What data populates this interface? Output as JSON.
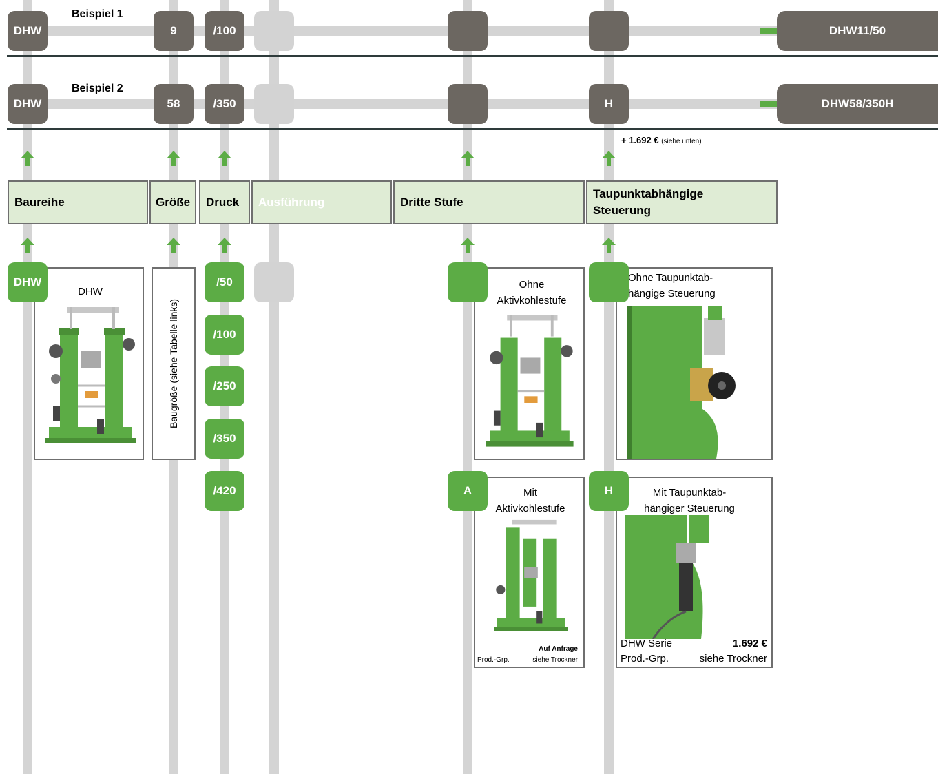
{
  "examples": {
    "ex1": {
      "label": "Beispiel 1",
      "series": "DHW",
      "size": "9",
      "pressure": "/100",
      "result": "DHW11/50"
    },
    "ex2": {
      "label": "Beispiel 2",
      "series": "DHW",
      "size": "58",
      "pressure": "/350",
      "control": "H",
      "result": "DHW58/350H"
    },
    "price_note": {
      "amount": "+ 1.692 €",
      "hint": "(siehe unten)"
    }
  },
  "headers": {
    "baureihe": "Baureihe",
    "groesse": "Größe",
    "druck": "Druck",
    "ausfuehrung": "Ausführung",
    "dritte_stufe": "Dritte Stufe",
    "taupunkt": "Taupunktabhängige Steuerung"
  },
  "options": {
    "baureihe": {
      "code": "DHW",
      "label": "DHW"
    },
    "groesse": {
      "label": "Baugröße (siehe Tabelle links)"
    },
    "druck": [
      "/50",
      "/100",
      "/250",
      "/350",
      "/420"
    ],
    "dritte_stufe": {
      "ohne": {
        "code": "",
        "label": "Ohne Aktivkohlestufe"
      },
      "mit": {
        "code": "A",
        "label": "Mit Aktivkohlestufe",
        "note": "Auf Anfrage",
        "prod_grp": "Prod.-Grp.",
        "ref": "siehe Trockner"
      }
    },
    "taupunkt": {
      "ohne": {
        "code": "",
        "label": "Ohne Taupunktab-hängige Steuerung"
      },
      "mit": {
        "code": "H",
        "label": "Mit Taupunktab-hängiger Steuerung",
        "series": "DHW Serie",
        "price": "1.692 €",
        "prod_grp": "Prod.-Grp.",
        "ref": "siehe Trockner"
      }
    }
  },
  "colors": {
    "accent_green": "#5cac45",
    "dark_tile": "#6c6761",
    "header_bg": "#dfecd5"
  }
}
